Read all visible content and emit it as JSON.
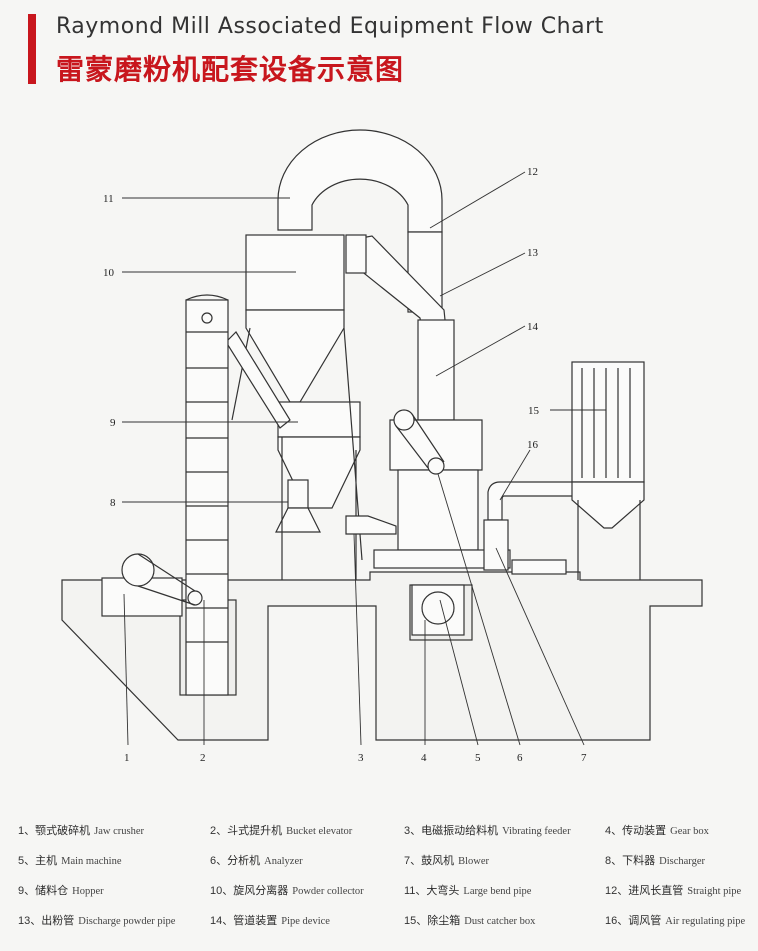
{
  "header": {
    "title_en": "Raymond Mill Associated Equipment Flow Chart",
    "title_cn": "雷蒙磨粉机配套设备示意图"
  },
  "callouts": [
    "1",
    "2",
    "3",
    "4",
    "5",
    "6",
    "7",
    "8",
    "9",
    "10",
    "11",
    "12",
    "13",
    "14",
    "15",
    "16"
  ],
  "legend": [
    {
      "num": "1、",
      "cn": "颚式破碎机",
      "en": "Jaw crusher"
    },
    {
      "num": "2、",
      "cn": "斗式提升机",
      "en": "Bucket elevator"
    },
    {
      "num": "3、",
      "cn": "电磁振动给料机",
      "en": "Vibrating feeder"
    },
    {
      "num": "4、",
      "cn": "传动装置",
      "en": "Gear box"
    },
    {
      "num": "5、",
      "cn": "主机",
      "en": "Main machine"
    },
    {
      "num": "6、",
      "cn": "分析机",
      "en": "Analyzer"
    },
    {
      "num": "7、",
      "cn": "鼓风机",
      "en": "Blower"
    },
    {
      "num": "8、",
      "cn": "下料器",
      "en": "Discharger"
    },
    {
      "num": "9、",
      "cn": "储料仓",
      "en": "Hopper"
    },
    {
      "num": "10、",
      "cn": "旋风分离器",
      "en": "Powder collector"
    },
    {
      "num": "11、",
      "cn": "大弯头",
      "en": "Large bend pipe"
    },
    {
      "num": "12、",
      "cn": "进风长直管",
      "en": "Straight pipe"
    },
    {
      "num": "13、",
      "cn": "出粉管",
      "en": "Discharge powder pipe"
    },
    {
      "num": "14、",
      "cn": "管道装置",
      "en": "Pipe device"
    },
    {
      "num": "15、",
      "cn": "除尘箱",
      "en": "Dust catcher box"
    },
    {
      "num": "16、",
      "cn": "调风管",
      "en": "Air regulating pipe"
    }
  ]
}
